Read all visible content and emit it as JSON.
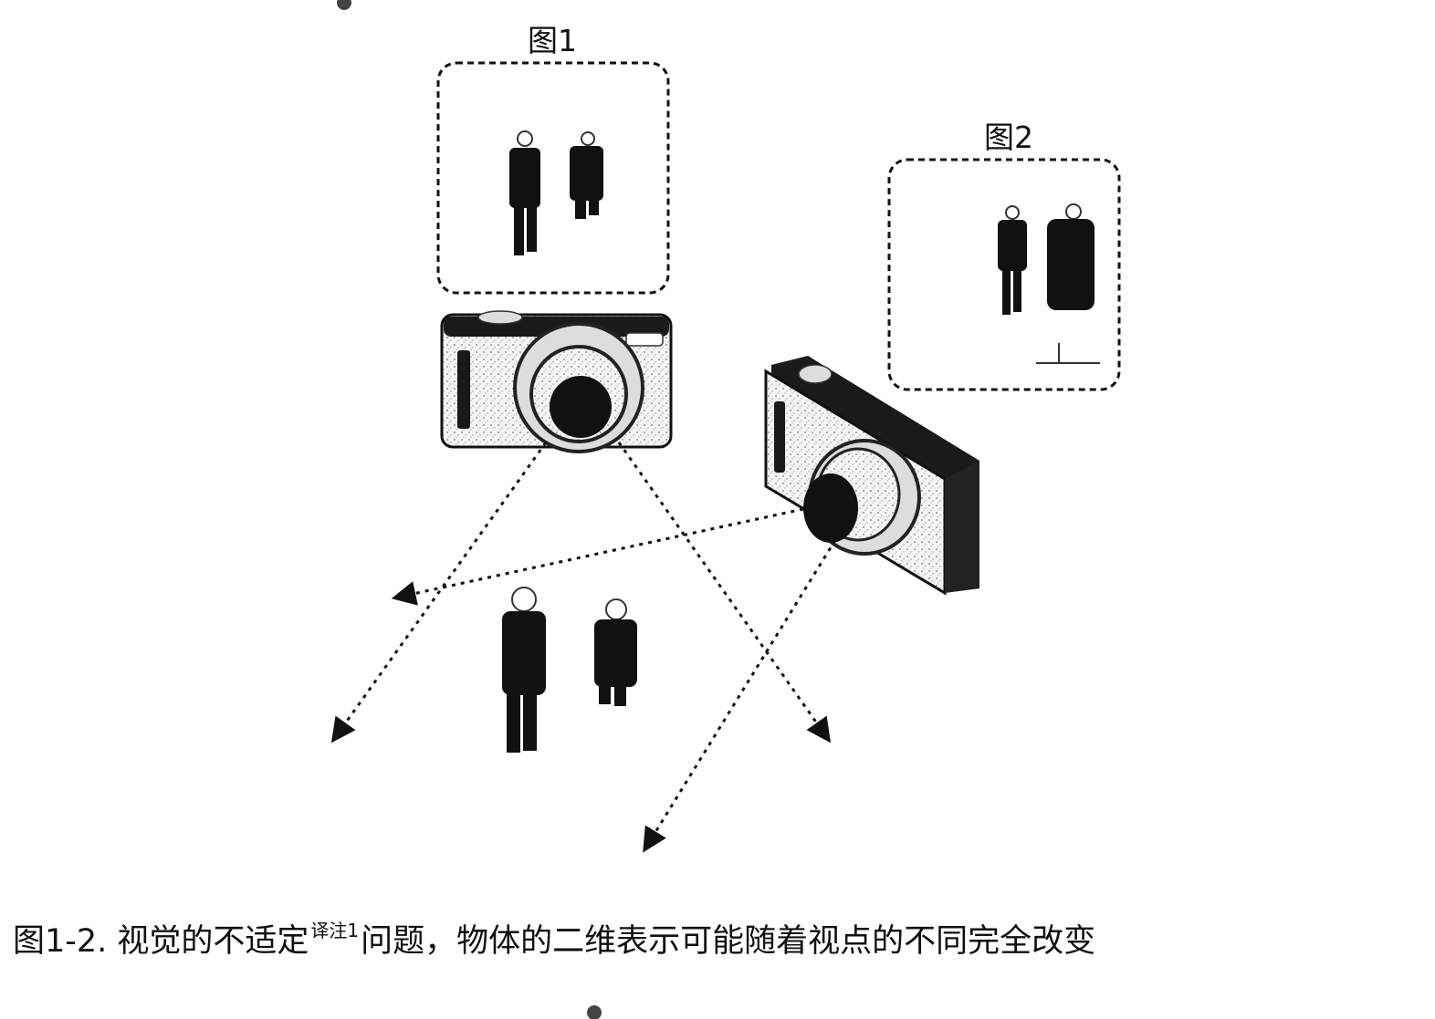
{
  "labels": {
    "view1": "图1",
    "view2": "图2"
  },
  "caption": {
    "prefix": "图1-2. 视觉的不适定",
    "note": "译注1",
    "suffix": "问题，物体的二维表示可能随着视点的不同完全改变"
  },
  "colors": {
    "ink": "#111111",
    "background": "#ffffff"
  }
}
